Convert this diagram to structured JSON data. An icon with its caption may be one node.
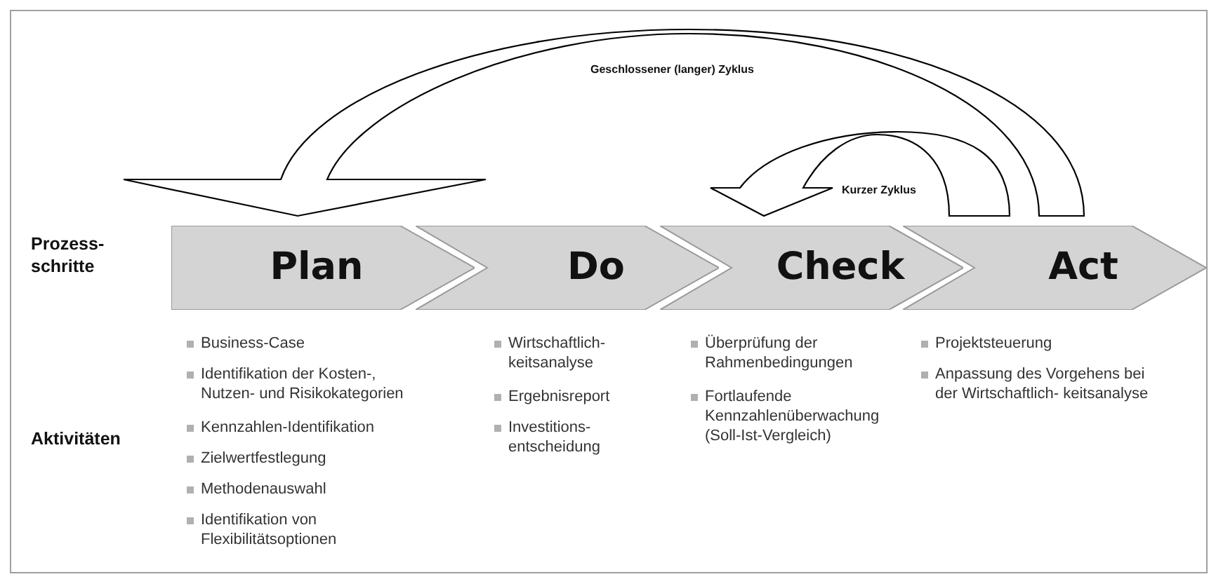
{
  "diagram": {
    "nodes": [
      {
        "text": [
          "Plan"
        ]
      },
      {
        "text": [
          "Do"
        ]
      },
      {
        "text": [
          "Check"
        ]
      },
      {
        "text": [
          "Act"
        ]
      }
    ],
    "edges": [
      {
        "from": 3,
        "to": 0,
        "arrow": "to",
        "label": "Geschlossener (langer) Zyklus"
      },
      {
        "from": 3,
        "to": 2,
        "arrow": "to",
        "label": "Kurzer Zyklus"
      }
    ],
    "labels": [
      "Prozess- schritte",
      "Aktivitäten",
      "Business-Case",
      "Identifikation der Kosten-, Nutzen- und Risikokategorien",
      "Kennzahlen-Identifikation",
      "Zielwertfestlegung",
      "Methodenauswahl",
      "Identifikation von Flexibilitätsoptionen",
      "Wirtschaftlich- keitsanalyse",
      "Ergebnisreport",
      "Investitions- entscheidung",
      "Überprüfung der Rahmenbedingungen",
      "Fortlaufende Kennzahlenüberwachung (Soll-Ist-Vergleich)",
      "Projektsteuerung",
      "Anpassung des Vorgehens bei der Wirtschaftlich- keitsanalyse"
    ]
  }
}
